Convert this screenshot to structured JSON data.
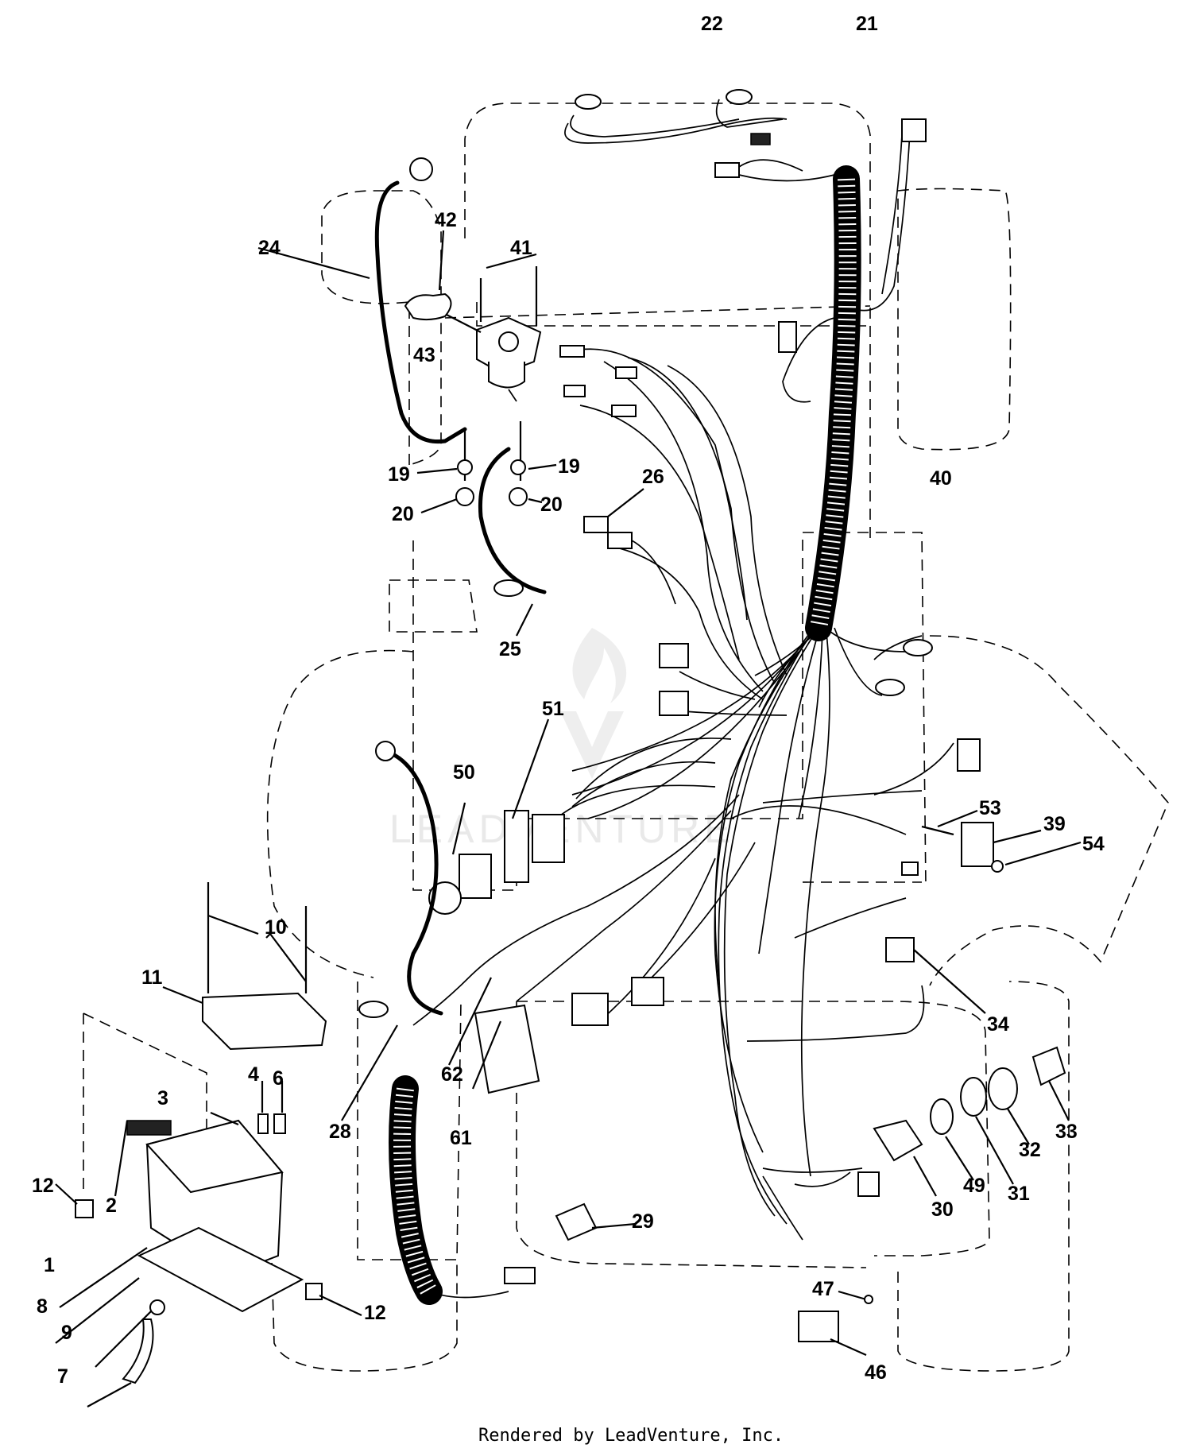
{
  "footer": {
    "text": "Rendered by LeadVenture, Inc."
  },
  "watermark": {
    "text": "LEADVENTURE"
  },
  "callouts": {
    "c1": "1",
    "c2": "2",
    "c3": "3",
    "c4": "4",
    "c6": "6",
    "c7": "7",
    "c8": "8",
    "c9": "9",
    "c10": "10",
    "c11": "11",
    "c12a": "12",
    "c12b": "12",
    "c19a": "19",
    "c19b": "19",
    "c20a": "20",
    "c20b": "20",
    "c21": "21",
    "c22": "22",
    "c24": "24",
    "c25": "25",
    "c26": "26",
    "c28": "28",
    "c29": "29",
    "c30": "30",
    "c31": "31",
    "c32": "32",
    "c33": "33",
    "c34": "34",
    "c39": "39",
    "c40": "40",
    "c41": "41",
    "c42": "42",
    "c43": "43",
    "c46": "46",
    "c47": "47",
    "c49": "49",
    "c50": "50",
    "c51": "51",
    "c53": "53",
    "c54": "54",
    "c61": "61",
    "c62": "62"
  }
}
